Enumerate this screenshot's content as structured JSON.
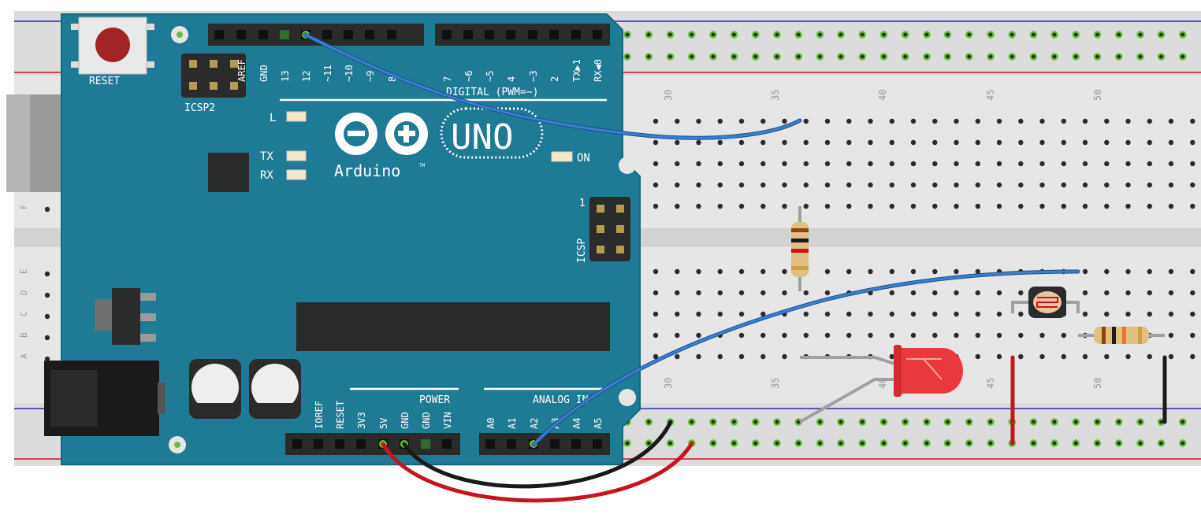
{
  "board": {
    "reset_label": "RESET",
    "icsp2_label": "ICSP2",
    "icsp_label": "ICSP",
    "icsp_pin1": "1",
    "led_l": "L",
    "led_tx": "TX",
    "led_rx": "RX",
    "led_on": "ON",
    "logo_text": "Arduino",
    "logo_tm": "TM",
    "uno_text": "UNO",
    "digital_label": "DIGITAL (PWM=~)",
    "power_label": "POWER",
    "analog_label": "ANALOG IN",
    "digital_pins": [
      "AREF",
      "GND",
      "13",
      "12",
      "~11",
      "~10",
      "~9",
      "8",
      "7",
      "~6",
      "~5",
      "4",
      "~3",
      "2",
      "TX▶1",
      "RX◀0"
    ],
    "power_pins": [
      "IOREF",
      "RESET",
      "3V3",
      "5V",
      "GND",
      "GND",
      "VIN"
    ],
    "analog_pins": [
      "A0",
      "A1",
      "A2",
      "A3",
      "A4",
      "A5"
    ]
  },
  "breadboard": {
    "col_numbers": [
      "30",
      "35",
      "40",
      "45",
      "50"
    ],
    "row_letters": [
      "F",
      "E",
      "D",
      "C",
      "B",
      "A"
    ]
  },
  "colors": {
    "board": "#1f7a96",
    "board_edge": "#176781",
    "breadboard": "#e6e6e6",
    "header": "#2b2b2b",
    "hole_green": "#64c13a",
    "wire_blue": "#3a7fd0",
    "wire_red": "#c4161c",
    "wire_black": "#1a1a1a",
    "led_red": "#e8393c",
    "rail_red": "#c4161c",
    "rail_blue": "#2b2ba8"
  }
}
